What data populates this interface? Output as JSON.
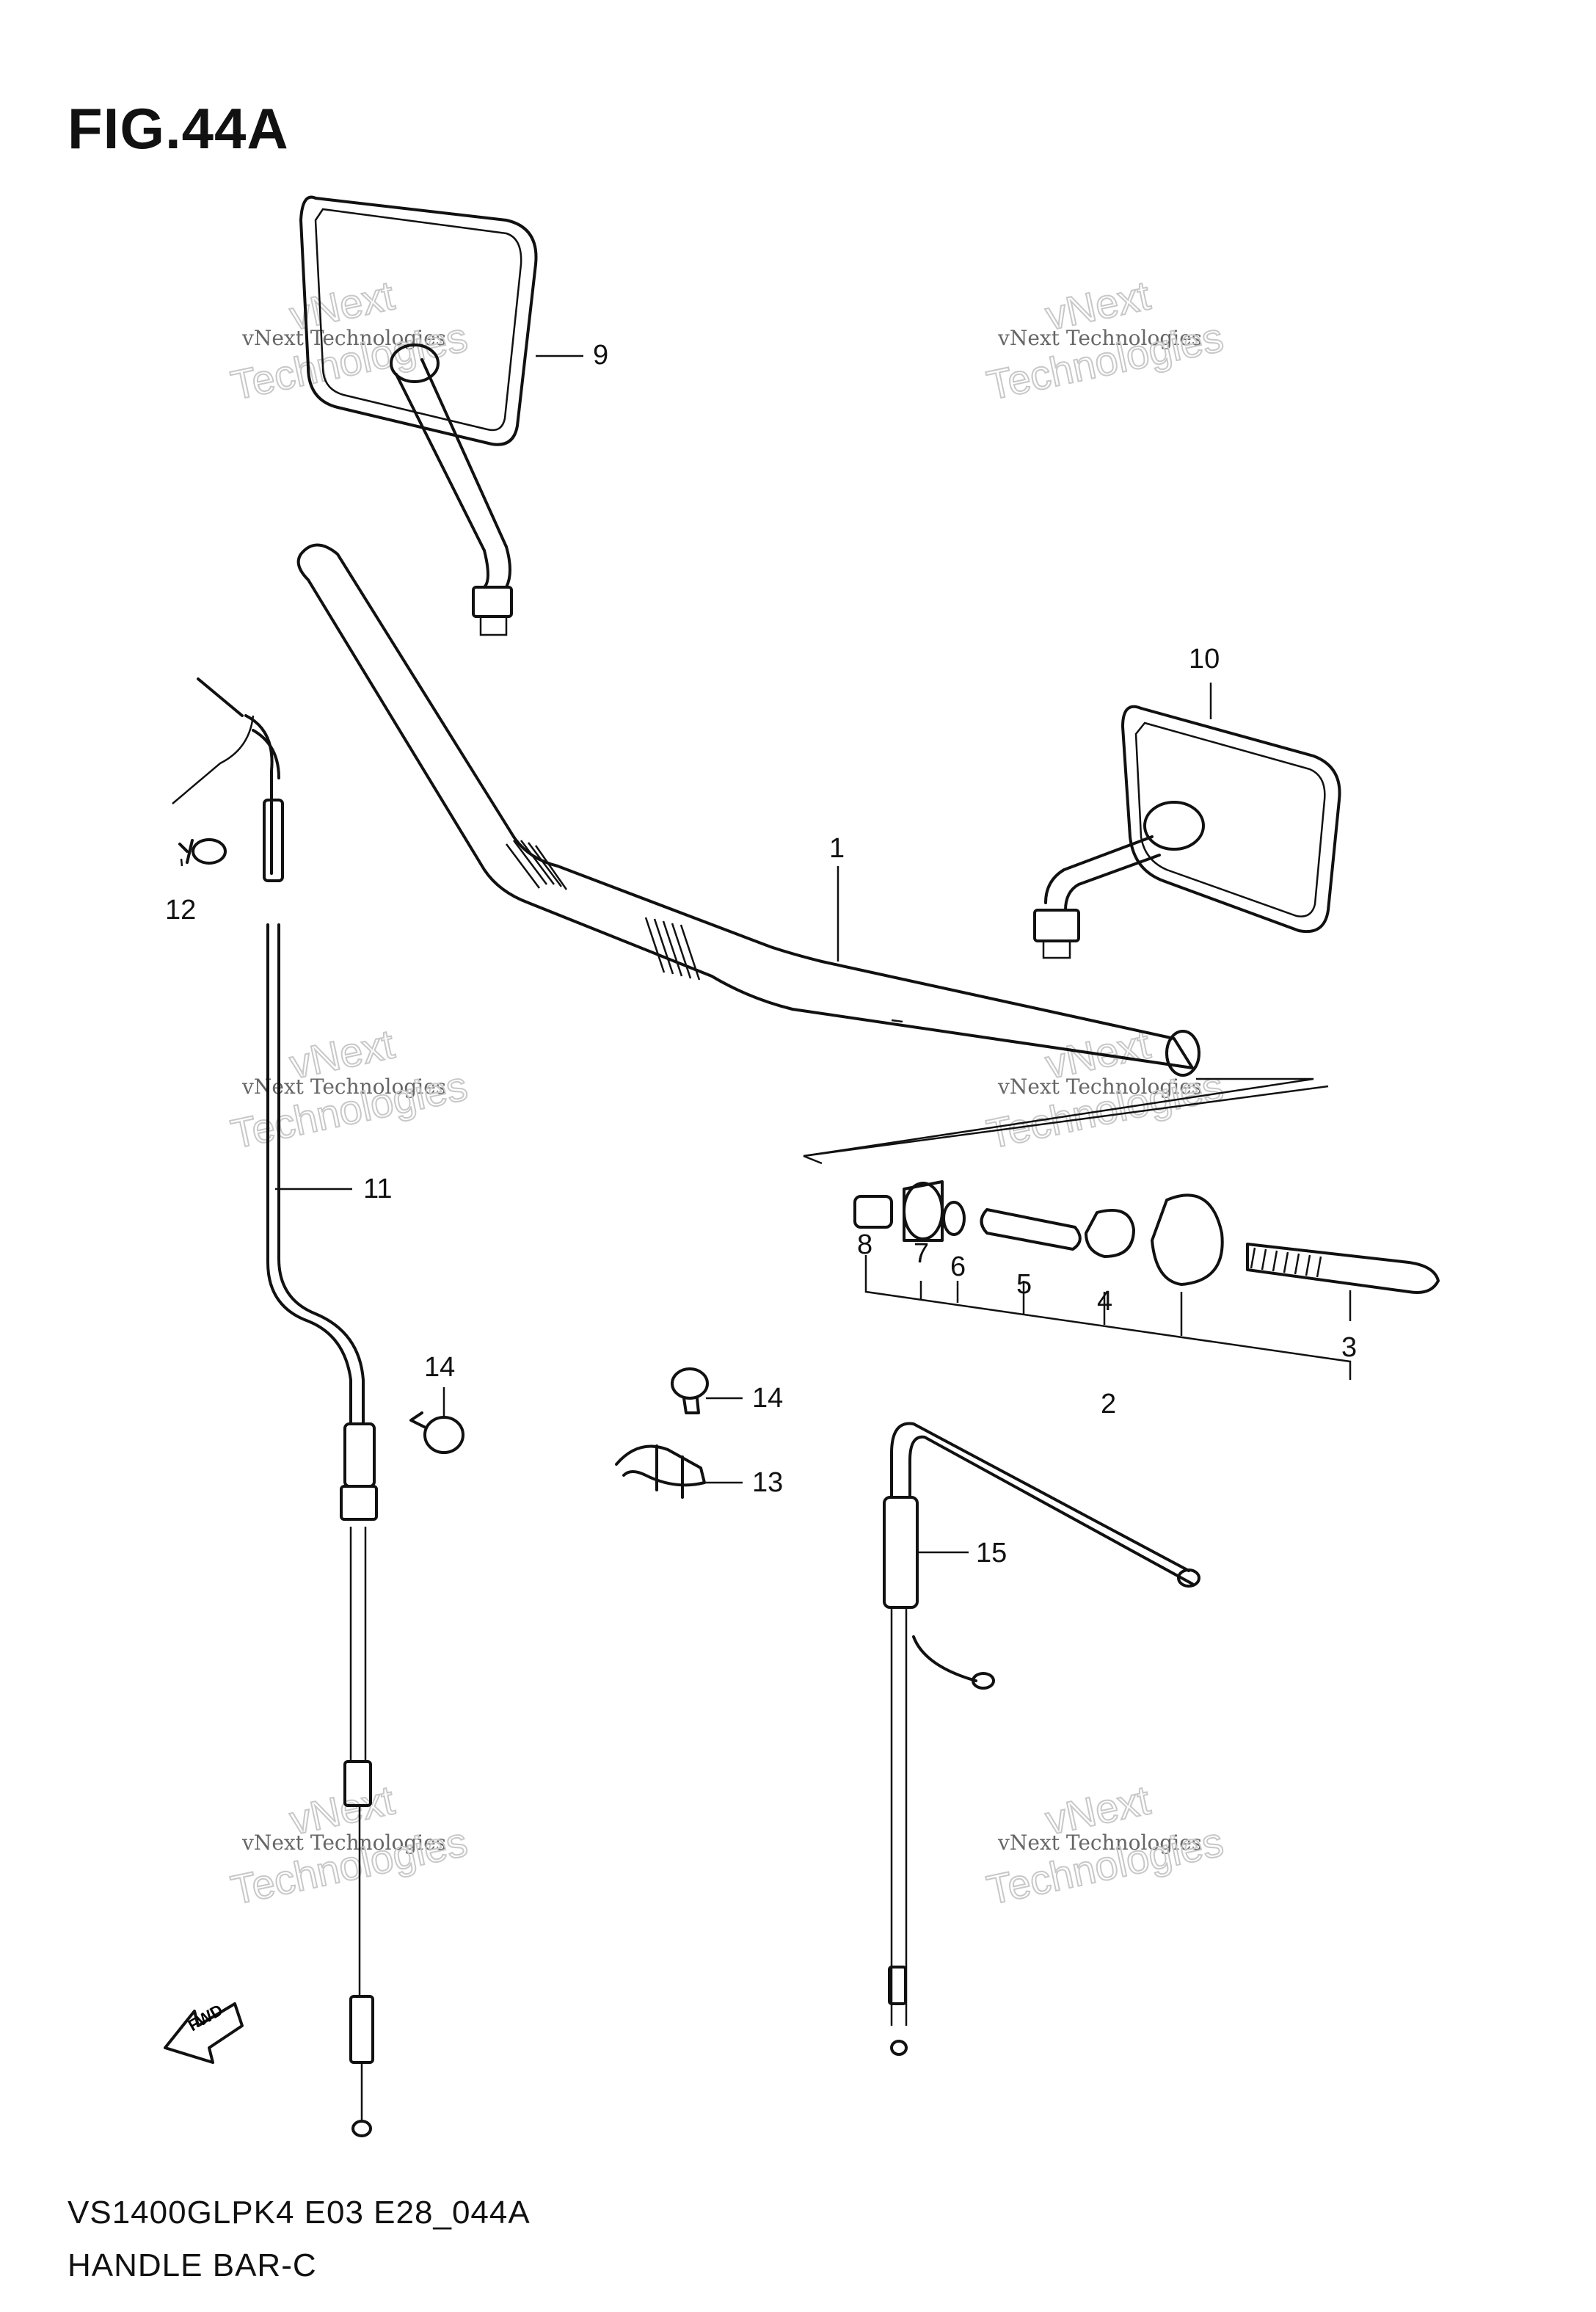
{
  "figure": {
    "title": "FIG.44A",
    "model_code": "VS1400GLPK4 E03 E28_044A",
    "section_name": "HANDLE BAR-C"
  },
  "callouts": [
    "1",
    "2",
    "3",
    "4",
    "5",
    "6",
    "7",
    "8",
    "9",
    "10",
    "11",
    "12",
    "13",
    "14",
    "14",
    "15"
  ],
  "watermark": {
    "line1": "vNext",
    "line2": "vNext Technologies",
    "line3": "Technologies"
  },
  "direction_arrow": {
    "label": "FWD"
  }
}
